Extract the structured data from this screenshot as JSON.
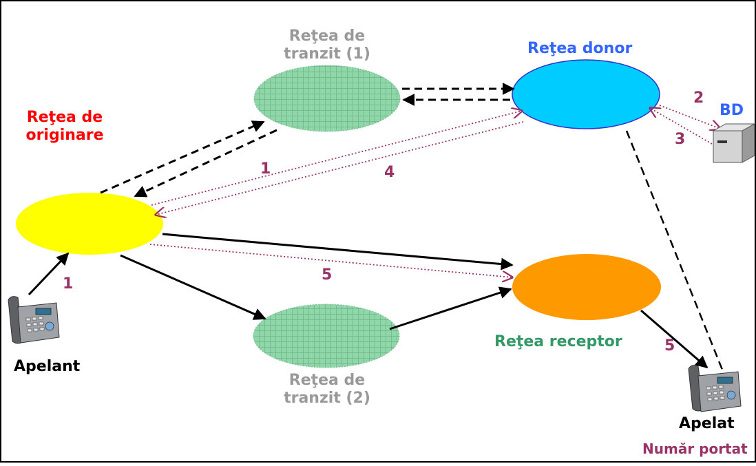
{
  "networks": {
    "origin": "Reţea de originare",
    "transit1": "Reţea de tranzit (1)",
    "donor": "Reţea donor",
    "transit2": "Reţea de tranzit (2)",
    "recipient": "Reţea receptor",
    "database": "BD"
  },
  "endpoints": {
    "caller": "Apelant",
    "called": "Apelat",
    "ported_number": "Număr portat"
  },
  "step_labels": {
    "caller_to_origin": "1",
    "origin_to_donor_query": "1",
    "donor_to_db": "2",
    "db_to_donor": "3",
    "donor_to_origin": "4",
    "origin_to_recipient": "5",
    "recipient_to_called": "5"
  },
  "colors": {
    "origin": "#ffff00",
    "donor": "#00ccff",
    "recipient": "#ff9900",
    "transit": "#66cc99",
    "signal_dotted": "#993366",
    "origin_label": "#ff0000",
    "donor_label": "#3366ff",
    "recipient_label": "#339966",
    "transit_label": "#999999",
    "db_label": "#3366ff",
    "ported_label": "#993366"
  }
}
